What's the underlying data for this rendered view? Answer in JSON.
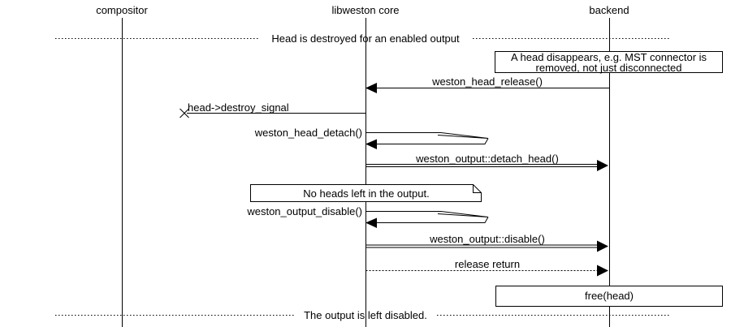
{
  "participants": [
    {
      "label": "compositor"
    },
    {
      "label": "libweston core"
    },
    {
      "label": "backend"
    }
  ],
  "dividers": [
    {
      "label": "Head is destroyed for an enabled output"
    },
    {
      "label": "The output is left disabled."
    }
  ],
  "messages": [
    {
      "label": "weston_head_release()",
      "from": "backend",
      "to": "libweston core",
      "style": "solid"
    },
    {
      "label": "head->destroy_signal",
      "from": "libweston core",
      "to": "lost",
      "style": "lost"
    },
    {
      "label": "weston_head_detach()",
      "from": "libweston core",
      "to": "libweston core",
      "style": "self"
    },
    {
      "label": "weston_output::detach_head()",
      "from": "libweston core",
      "to": "backend",
      "style": "double"
    },
    {
      "label": "weston_output_disable()",
      "from": "libweston core",
      "to": "libweston core",
      "style": "self"
    },
    {
      "label": "weston_output::disable()",
      "from": "libweston core",
      "to": "backend",
      "style": "double"
    },
    {
      "label": "release return",
      "from": "libweston core",
      "to": "backend",
      "style": "dotted"
    }
  ],
  "notes": [
    {
      "line1": "A head disappears, e.g. MST connector is",
      "line2": "removed, not just disconnected"
    },
    {
      "label": "No heads left in the output."
    }
  ],
  "boxes": [
    {
      "label": "free(head)"
    }
  ],
  "colors": {
    "line": "#000000",
    "text": "#000000",
    "background": "#ffffff"
  }
}
